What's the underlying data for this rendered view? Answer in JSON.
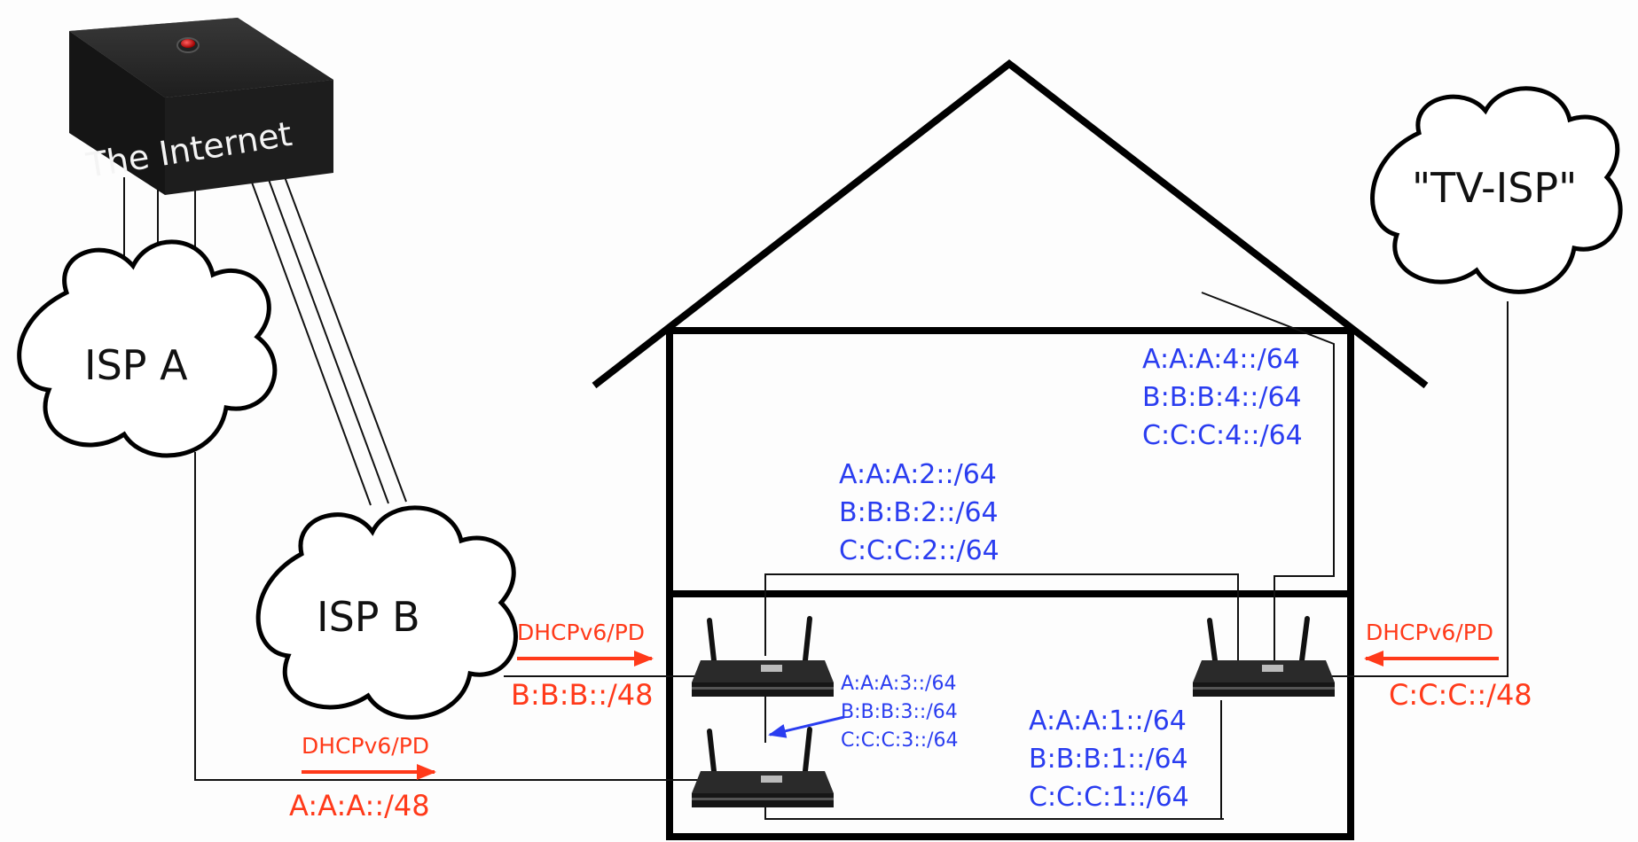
{
  "internet": {
    "label": "The Internet",
    "icon": "server-box-icon"
  },
  "clouds": {
    "isp_a": "ISP A",
    "isp_b": "ISP B",
    "tv_isp": "\"TV-ISP\""
  },
  "upstream": {
    "isp_b": {
      "protocol": "DHCPv6/PD",
      "prefix": "B:B:B::/48"
    },
    "isp_a": {
      "protocol": "DHCPv6/PD",
      "prefix": "A:A:A::/48"
    },
    "tv_isp": {
      "protocol": "DHCPv6/PD",
      "prefix": "C:C:C::/48"
    }
  },
  "subnets": {
    "upper_right": [
      "A:A:A:4::/64",
      "B:B:B:4::/64",
      "C:C:C:4::/64"
    ],
    "upper_middle": [
      "A:A:A:2::/64",
      "B:B:B:2::/64",
      "C:C:C:2::/64"
    ],
    "between_routers": [
      "A:A:A:3::/64",
      "B:B:B:3::/64",
      "C:C:C:3::/64"
    ],
    "lower_right": [
      "A:A:A:1::/64",
      "B:B:B:1::/64",
      "C:C:C:1::/64"
    ]
  },
  "colors": {
    "prefix_red": "#ff3a1a",
    "subnet_blue": "#2a3df0",
    "router_body": "#1c1c1c"
  },
  "icons": [
    "server-box-icon",
    "cloud-icon",
    "router-icon",
    "arrow-right-icon",
    "arrow-left-icon"
  ]
}
